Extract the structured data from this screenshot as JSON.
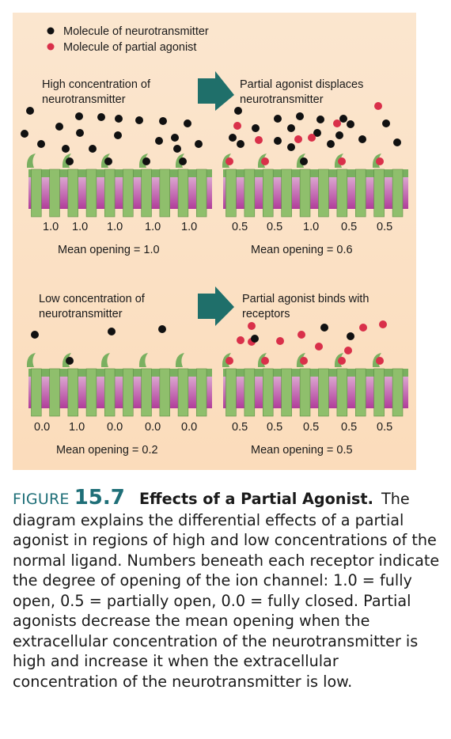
{
  "legend": {
    "neurotransmitter": {
      "label": "Molecule of neurotransmitter",
      "color": "#111111"
    },
    "partial_agonist": {
      "label": "Molecule of partial agonist",
      "color": "#d9304a"
    }
  },
  "colors": {
    "membrane_top": "#7ab060",
    "membrane": "#8fbf6c",
    "channel_pink": "#b03c9a",
    "arrow": "#1f6f6a"
  },
  "panels": [
    {
      "id": "high-before",
      "title": [
        "High concentration of",
        "neurotransmitter"
      ],
      "values": [
        "1.0",
        "1.0",
        "1.0",
        "1.0",
        "1.0"
      ],
      "mean": "Mean opening = 1.0"
    },
    {
      "id": "high-after",
      "title": [
        "Partial agonist displaces",
        "neurotransmitter"
      ],
      "values": [
        "0.5",
        "0.5",
        "1.0",
        "0.5",
        "0.5"
      ],
      "mean": "Mean opening = 0.6"
    },
    {
      "id": "low-before",
      "title": [
        "Low concentration of",
        "neurotransmitter"
      ],
      "values": [
        "0.0",
        "1.0",
        "0.0",
        "0.0",
        "0.0"
      ],
      "mean": "Mean opening = 0.2"
    },
    {
      "id": "low-after",
      "title": [
        "Partial agonist binds with",
        "receptors"
      ],
      "values": [
        "0.5",
        "0.5",
        "0.5",
        "0.5",
        "0.5"
      ],
      "mean": "Mean opening = 0.5"
    }
  ],
  "caption": {
    "figure_label": "FIGURE",
    "figure_number": "15.7",
    "title": "Effects of a Partial Agonist.",
    "body": "The diagram explains the differential effects of a partial agonist in regions of high and low concentrations of the normal ligand. Numbers beneath each receptor indicate the degree of opening of the ion channel: 1.0 = fully open, 0.5 = partially open, 0.0 = fully closed. Partial agonists decrease the mean opening when the extracellular concentration of the neurotransmitter is high and increase it when the extracellular concentration of the neurotransmitter is low."
  }
}
